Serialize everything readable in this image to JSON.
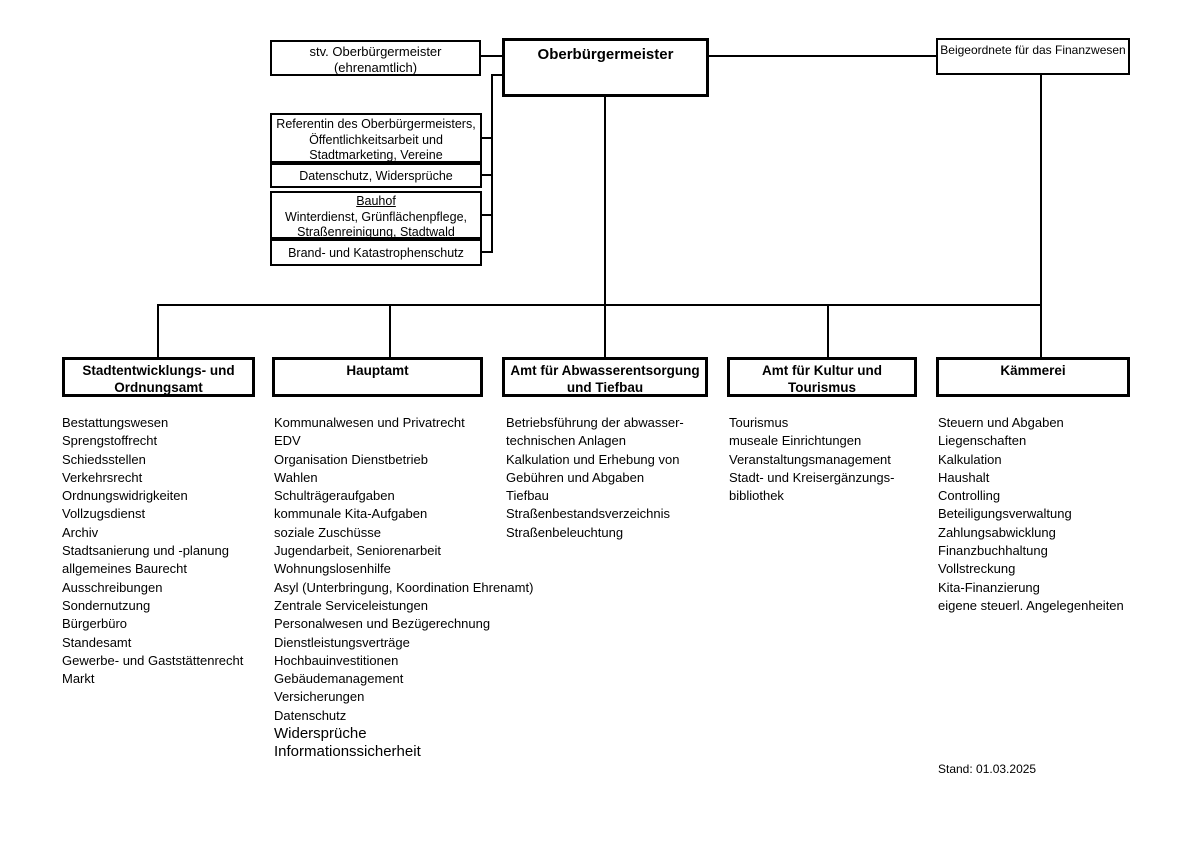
{
  "top": {
    "deputy_mayor_lines": [
      "stv. Oberbürgermeister",
      "(ehrenamtlich)"
    ],
    "mayor_label": "Oberbürgermeister",
    "finance_officer_label": "Beigeordnete für das Finanzwesen"
  },
  "staff_units": {
    "referentin_lines": [
      "Referentin des Oberbürgermeisters,",
      "Öffentlichkeitsarbeit und",
      "Stadtmarketing, Vereine"
    ],
    "datenschutz_label": "Datenschutz, Widersprüche",
    "bauhof": {
      "title": "Bauhof",
      "lines": [
        "Winterdienst, Grünflächenpflege,",
        "Straßenreinigung, Stadtwald"
      ]
    },
    "brandschutz_label": "Brand- und Katastrophenschutz"
  },
  "departments": [
    {
      "title_lines": [
        "Stadtentwicklungs- und",
        "Ordnungsamt"
      ],
      "items": [
        "Bestattungswesen",
        "Sprengstoffrecht",
        "Schiedsstellen",
        "Verkehrsrecht",
        "Ordnungswidrigkeiten",
        "Vollzugsdienst",
        "Archiv",
        "Stadtsanierung und -planung",
        "allgemeines Baurecht",
        "Ausschreibungen",
        "Sondernutzung",
        "Bürgerbüro",
        "Standesamt",
        "Gewerbe- und Gaststättenrecht",
        "Markt"
      ]
    },
    {
      "title_lines": [
        "Hauptamt"
      ],
      "items": [
        "Kommunalwesen und Privatrecht",
        "EDV",
        "Organisation Dienstbetrieb",
        "Wahlen",
        "Schulträgeraufgaben",
        "kommunale Kita-Aufgaben",
        "soziale Zuschüsse",
        "Jugendarbeit, Seniorenarbeit",
        "Wohnungslosenhilfe",
        "Asyl (Unterbringung, Koordination Ehrenamt)",
        "Zentrale Serviceleistungen",
        "Personalwesen und Bezügerechnung",
        "Dienstleistungsverträge",
        "Hochbauinvestitionen",
        "Gebäudemanagement",
        "Versicherungen",
        "Datenschutz",
        {
          "text": "Widersprüche",
          "large": true
        },
        {
          "text": "Informationssicherheit",
          "large": true
        }
      ]
    },
    {
      "title_lines": [
        "Amt für Abwasserentsorgung",
        "und Tiefbau"
      ],
      "items": [
        "Betriebsführung der abwasser-",
        "technischen Anlagen",
        "Kalkulation und Erhebung von",
        "Gebühren und Abgaben",
        "Tiefbau",
        "Straßenbestandsverzeichnis",
        "Straßenbeleuchtung"
      ]
    },
    {
      "title_lines": [
        "Amt für Kultur und",
        "Tourismus"
      ],
      "items": [
        "Tourismus",
        "museale Einrichtungen",
        "Veranstaltungsmanagement",
        "Stadt- und Kreisergänzungs-",
        "bibliothek"
      ]
    },
    {
      "title_lines": [
        "Kämmerei"
      ],
      "items": [
        "Steuern und Abgaben",
        "Liegenschaften",
        "Kalkulation",
        "Haushalt",
        "Controlling",
        "Beteiligungsverwaltung",
        "Zahlungsabwicklung",
        "Finanzbuchhaltung",
        "Vollstreckung",
        "Kita-Finanzierung",
        "eigene steuerl. Angelegenheiten"
      ]
    }
  ],
  "footer": {
    "stand": "Stand: 01.03.2025"
  }
}
